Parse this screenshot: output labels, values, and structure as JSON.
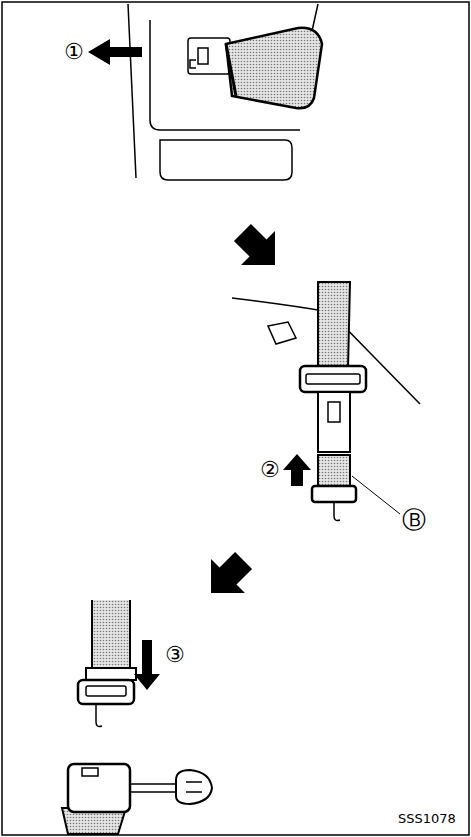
{
  "diagram": {
    "labels": [
      "①",
      "②",
      "③",
      "Ⓑ",
      "SSS1078"
    ]
  }
}
